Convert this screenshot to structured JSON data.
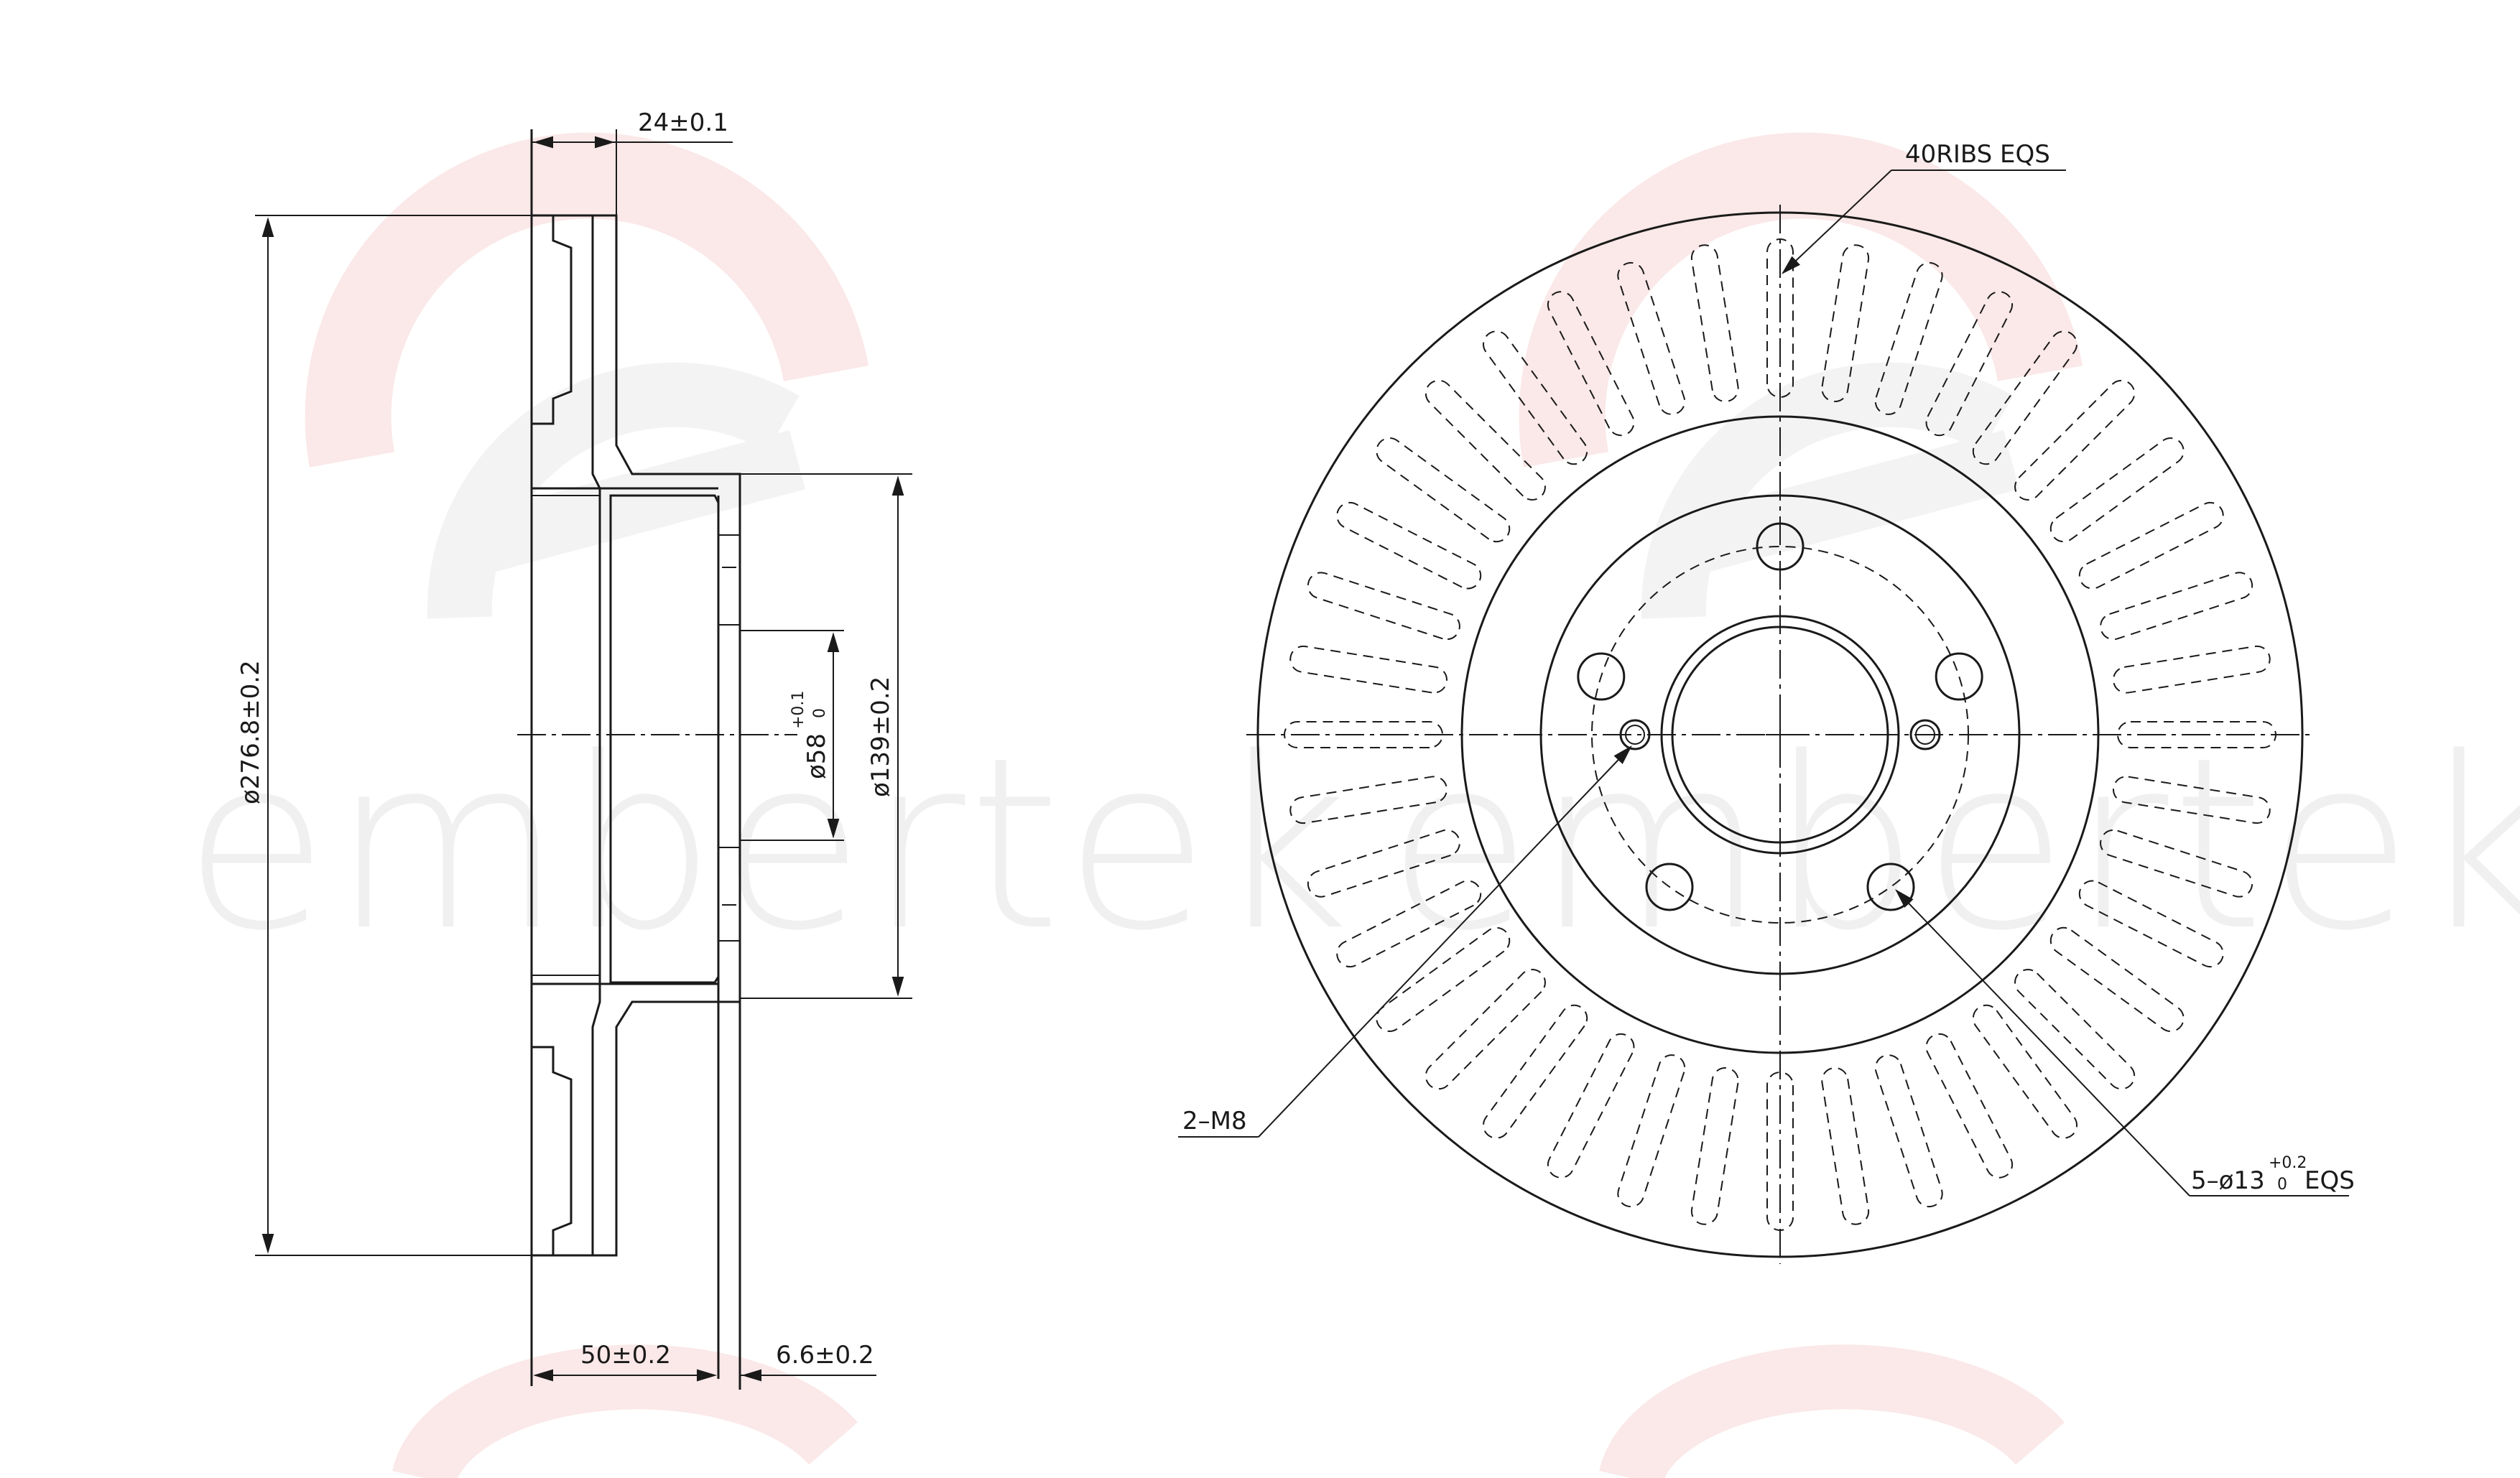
{
  "watermark": {
    "brand_left": "embertek",
    "brand_right": "embertek",
    "accent_color": "#f3b9b9",
    "gray_color": "#ebebeb"
  },
  "side_view": {
    "dims": {
      "width_top": "24±0.1",
      "outer_diameter": "ø276.8±0.2",
      "hub_diameter": "ø139±0.2",
      "bore_diameter": "ø58",
      "bore_tol_upper": "+0.1",
      "bore_tol_lower": "0",
      "height_total": "50±0.2",
      "hat_thickness": "6.6±0.2"
    }
  },
  "front_view": {
    "ribs": 40,
    "bolt_holes": 5,
    "callouts": {
      "ribs": "40RIBS EQS",
      "thread": "2–M8",
      "holes_prefix": "5–ø13",
      "holes_tol_upper": "+0.2",
      "holes_tol_lower": "0",
      "holes_suffix": "EQS"
    }
  }
}
